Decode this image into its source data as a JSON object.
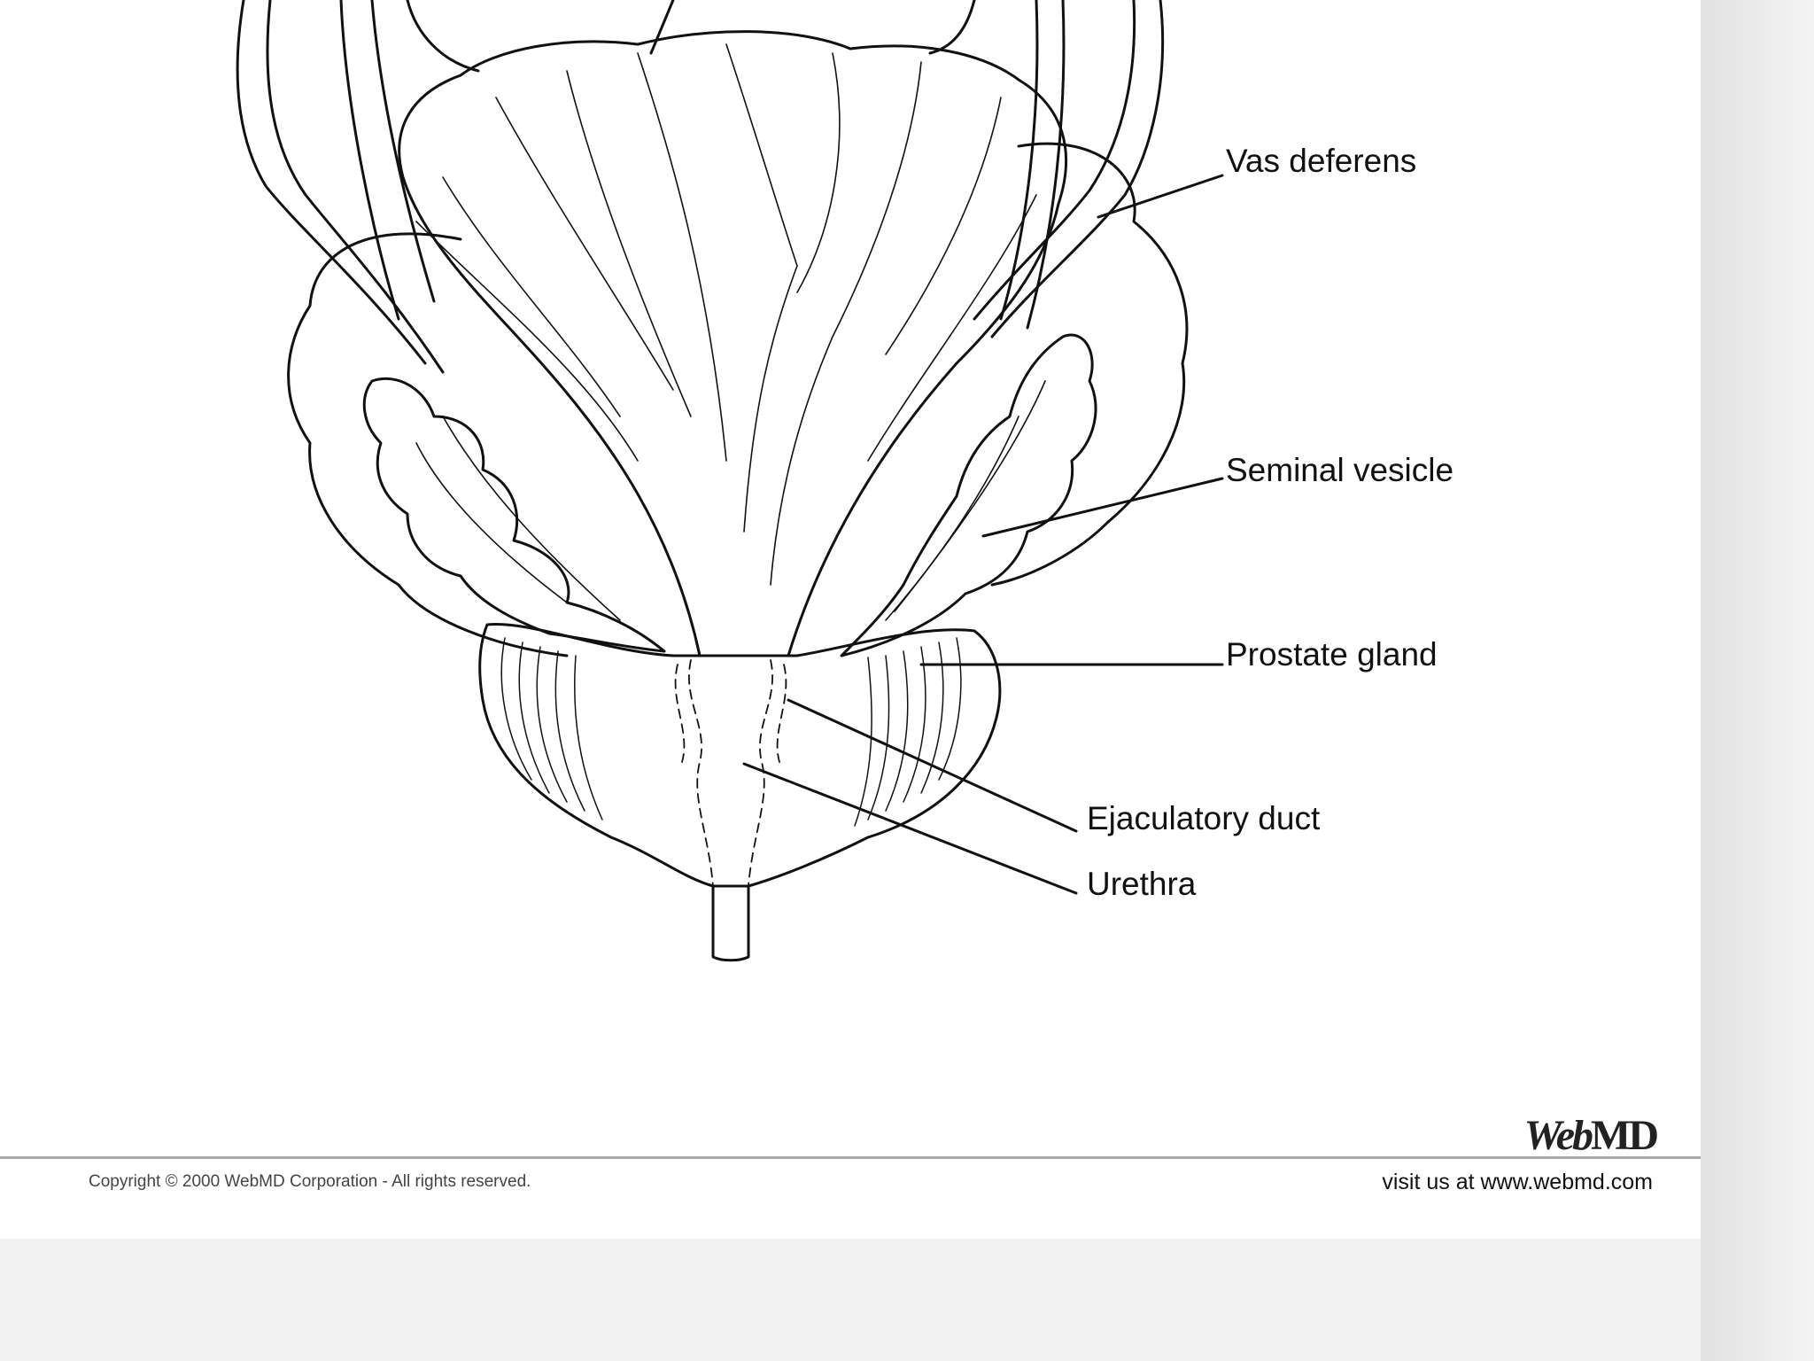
{
  "labels": {
    "vas_deferens": "Vas deferens",
    "seminal_vesicle": "Seminal vesicle",
    "prostate_gland": "Prostate gland",
    "ejaculatory_duct": "Ejaculatory duct",
    "urethra": "Urethra"
  },
  "footer": {
    "copyright": "Copyright © 2000  WebMD Corporation - All rights reserved.",
    "visit": "visit us at www.webmd.com",
    "logo_web": "Web",
    "logo_md": "MD"
  },
  "colors": {
    "line": "#111111",
    "paper": "#ffffff",
    "background": "#f1f1f1",
    "divider": "#a9a9a9"
  }
}
